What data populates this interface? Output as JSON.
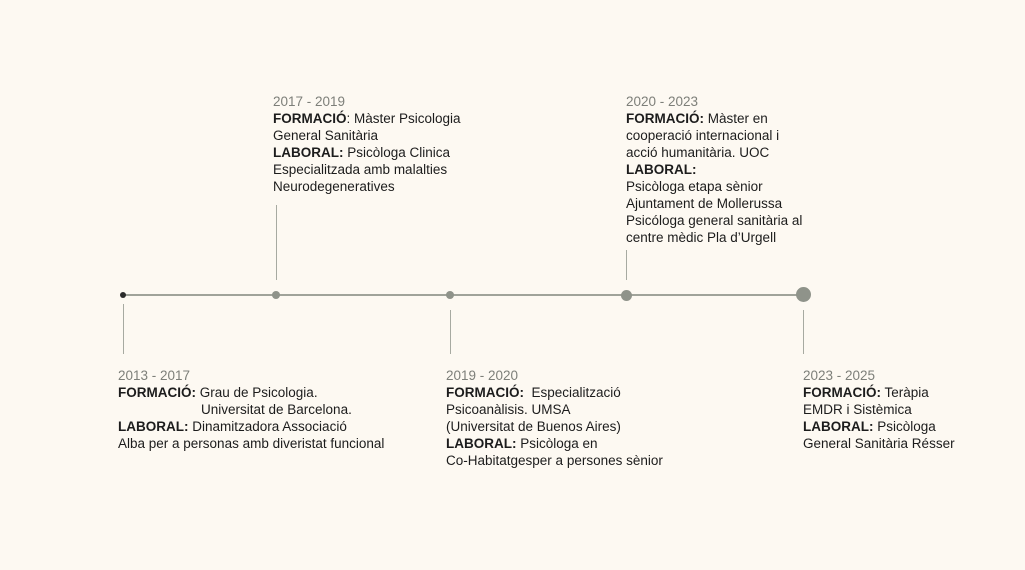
{
  "timeline": {
    "entries": [
      {
        "period": "2013 - 2017",
        "formacio_label": "FORMACIÓ:",
        "formacio_text": " Grau de Psicologia.",
        "formacio_text2": "Universitat de Barcelona.",
        "laboral_label": "LABORAL:",
        "laboral_text": " Dinamitzadora Associació",
        "laboral_text2": "Alba per a personas amb diveristat funcional"
      },
      {
        "period": "2017 - 2019",
        "formacio_label": "FORMACIÓ",
        "formacio_text": ": Màster Psicologia",
        "formacio_text2": "General Sanitària",
        "laboral_label": "LABORAL:",
        "laboral_text": " Psicòloga Clinica",
        "laboral_text2": "Especialitzada amb malalties",
        "laboral_text3": "Neurodegeneratives"
      },
      {
        "period": "2019 - 2020",
        "formacio_label": "FORMACIÓ:",
        "formacio_text": "  Especialització",
        "formacio_text2": "Psicoanàlisis. UMSA",
        "formacio_text3": "(Universitat de Buenos Aires)",
        "laboral_label": "LABORAL:",
        "laboral_text": " Psicòloga en",
        "laboral_text2": "Co-Habitatgesper a persones sènior"
      },
      {
        "period": "2020 - 2023",
        "formacio_label": "FORMACIÓ:",
        "formacio_text": " Màster en",
        "formacio_text2": "cooperació internacional i",
        "formacio_text3": "acció humanitària. UOC",
        "laboral_label": "LABORAL:",
        "laboral_text2": "Psicòloga etapa sènior",
        "laboral_text3": "Ajuntament de Mollerussa",
        "laboral_text4": "Psicóloga general sanitària al",
        "laboral_text5": "centre mèdic Pla d’Urgell"
      },
      {
        "period": "2023 - 2025",
        "formacio_label": "FORMACIÓ:",
        "formacio_text": " Teràpia",
        "formacio_text2": "EMDR i Sistèmica",
        "laboral_label": "LABORAL:",
        "laboral_text": " Psicòloga",
        "laboral_text2": "General Sanitària Résser"
      }
    ]
  },
  "colors": {
    "background": "#fdf9f2",
    "line": "#a0a39a",
    "marker": "#8f938a",
    "period_text": "#7d7f79",
    "body_text": "#1c1c1c"
  }
}
